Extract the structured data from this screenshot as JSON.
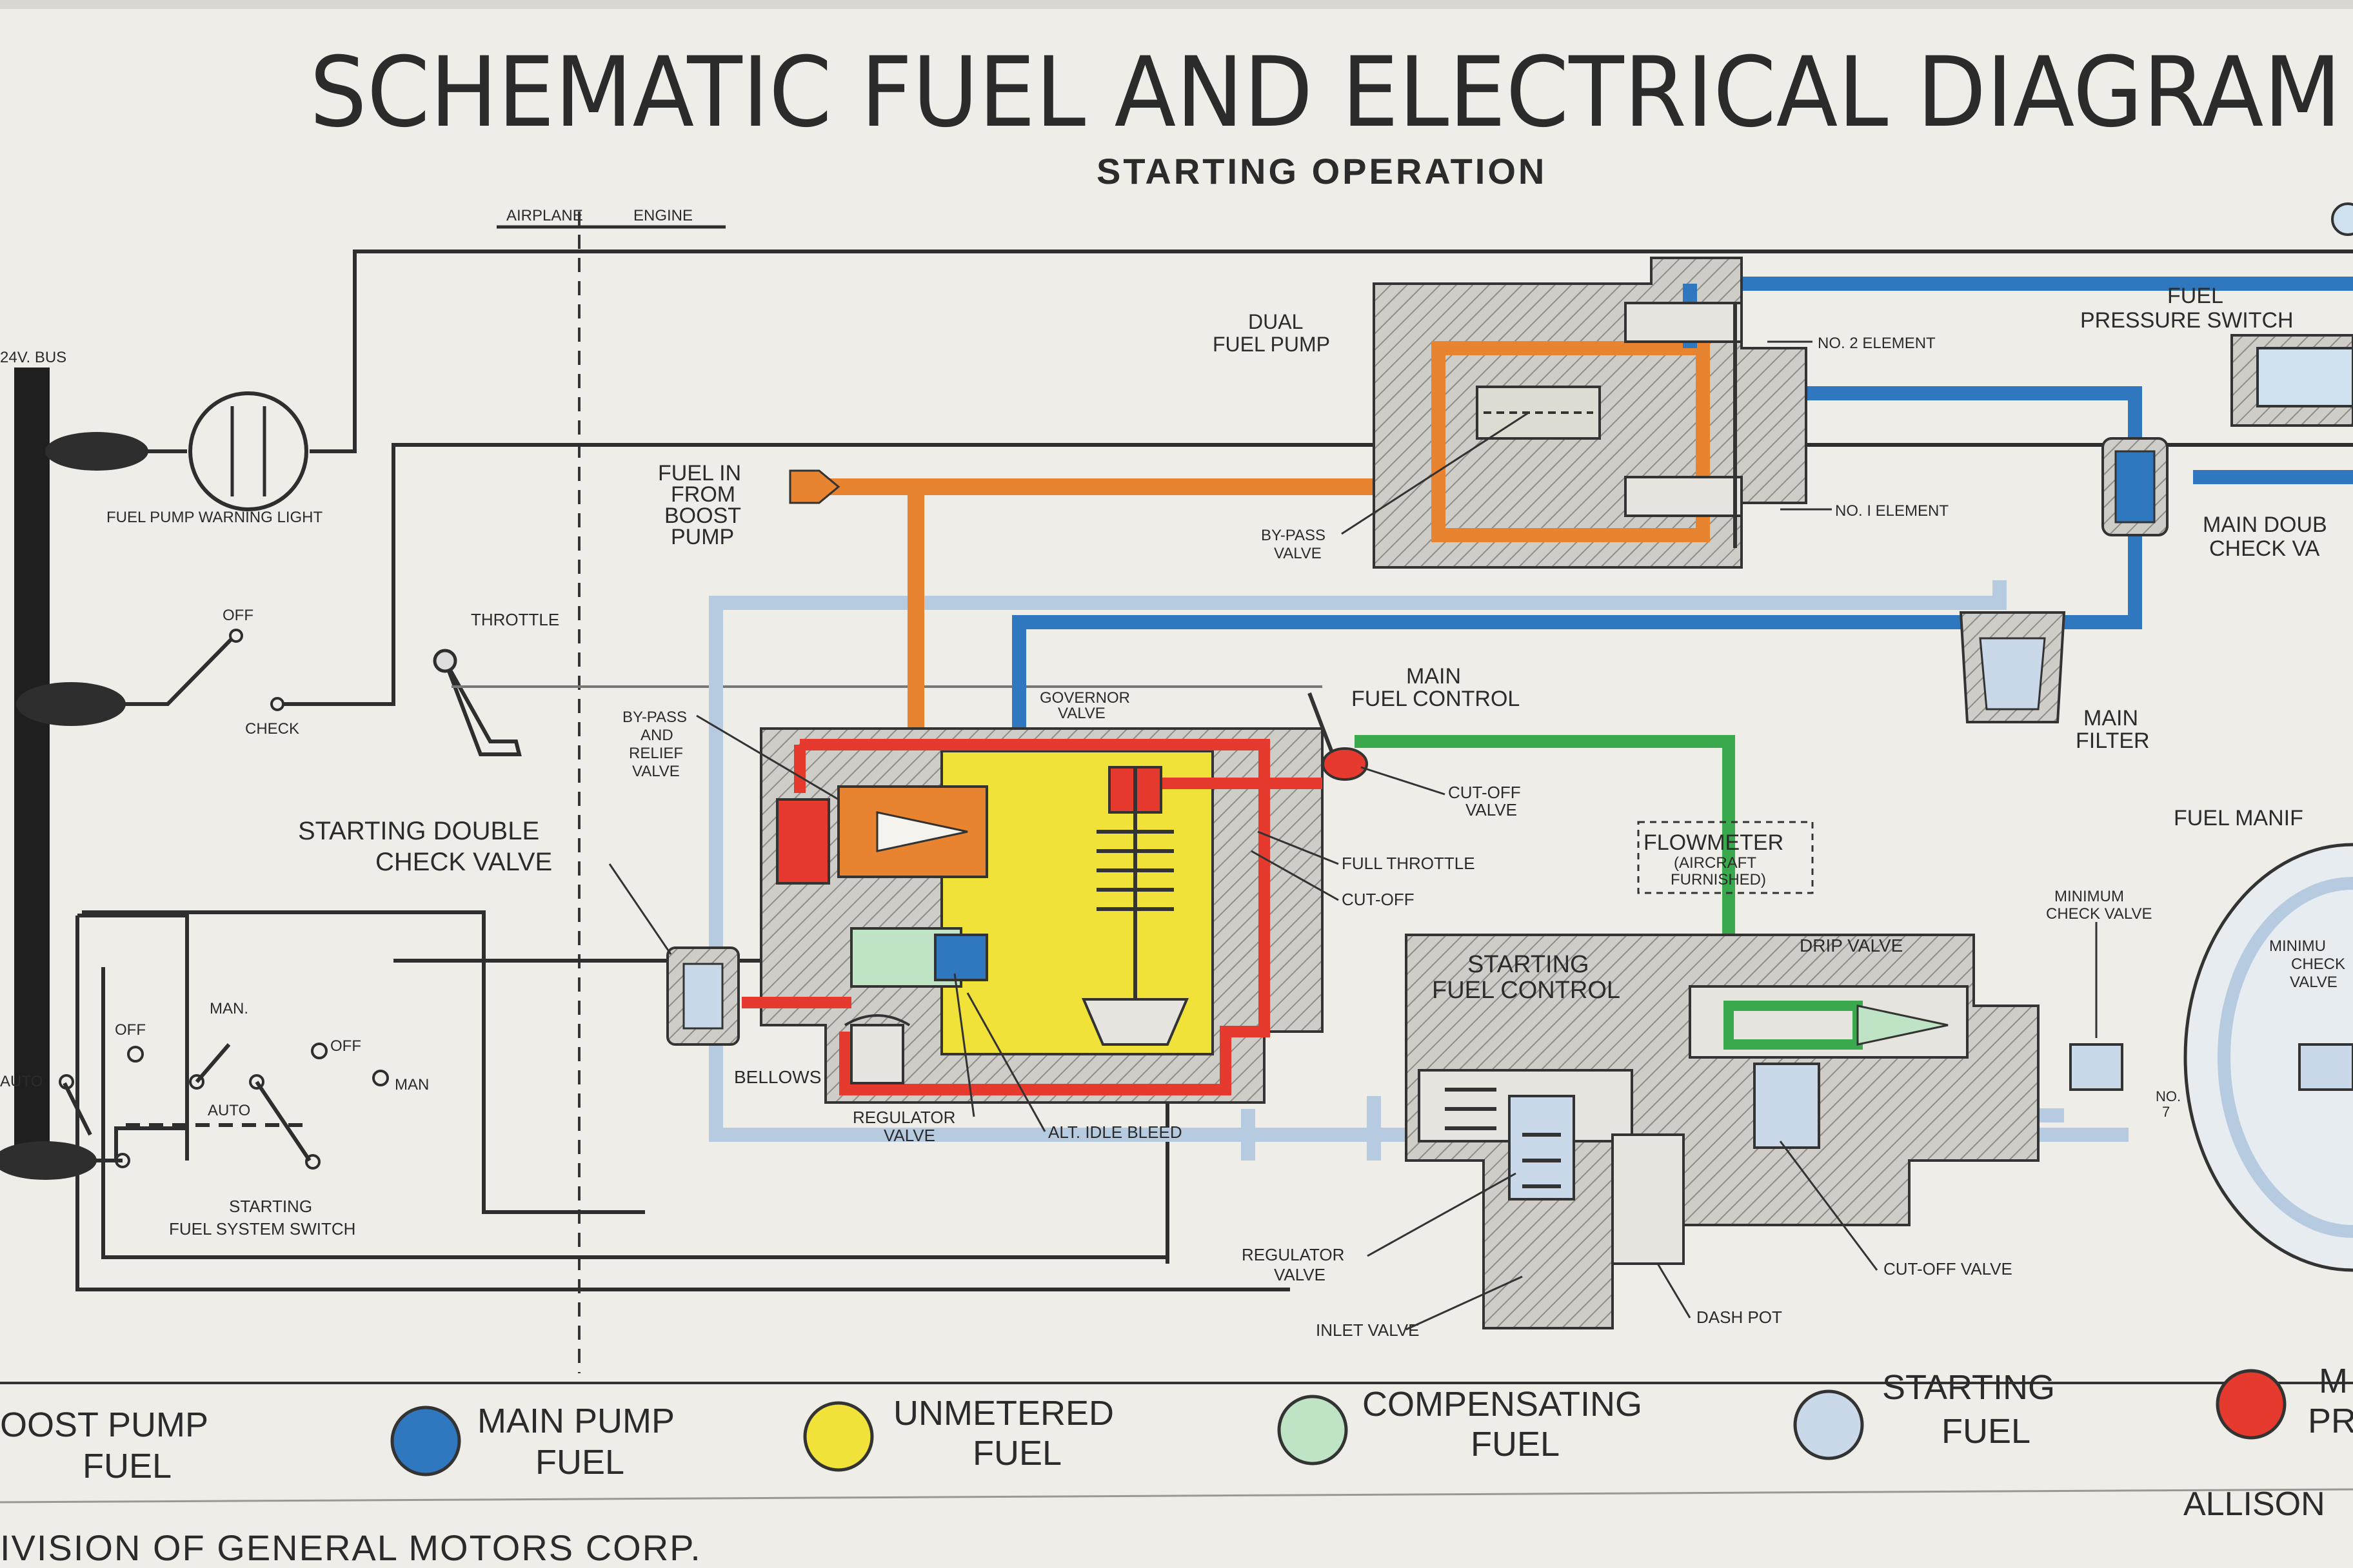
{
  "title": "SCHEMATIC FUEL AND ELECTRICAL DIAGRAM",
  "subtitle": "STARTING OPERATION",
  "division_header": {
    "left": "AIRPLANE",
    "right": "ENGINE"
  },
  "labels": {
    "bus": "24V. BUS",
    "fuel_pump_warning_light": "FUEL PUMP WARNING LIGHT",
    "off": "OFF",
    "check": "CHECK",
    "throttle": "THROTTLE",
    "starting_double_check_valve_1": "STARTING DOUBLE",
    "starting_double_check_valve_2": "CHECK VALVE",
    "man": "MAN.",
    "off2": "OFF",
    "off3": "OFF",
    "man2": "MAN",
    "auto": "AUTO",
    "auto2": "AUTO",
    "starting_switch_1": "STARTING",
    "starting_switch_2": "FUEL SYSTEM SWITCH",
    "fuel_in_1": "FUEL IN",
    "fuel_in_2": "FROM",
    "fuel_in_3": "BOOST",
    "fuel_in_4": "PUMP",
    "dual_fuel_pump_1": "DUAL",
    "dual_fuel_pump_2": "FUEL PUMP",
    "no2_element": "NO. 2 ELEMENT",
    "no1_element": "NO. I ELEMENT",
    "bypass_valve_1": "BY-PASS",
    "bypass_valve_2": "VALVE",
    "fuel_pressure_switch_1": "FUEL",
    "fuel_pressure_switch_2": "PRESSURE SWITCH",
    "main_double_1": "MAIN DOUB",
    "main_double_2": "CHECK VA",
    "main_filter_1": "MAIN",
    "main_filter_2": "FILTER",
    "main_fuel_control_1": "MAIN",
    "main_fuel_control_2": "FUEL CONTROL",
    "governor_valve_1": "GOVERNOR",
    "governor_valve_2": "VALVE",
    "bypass_relief_1": "BY-PASS",
    "bypass_relief_2": "AND",
    "bypass_relief_3": "RELIEF",
    "bypass_relief_4": "VALVE",
    "cutoff_valve_1": "CUT-OFF",
    "cutoff_valve_2": "VALVE",
    "full_throttle": "FULL THROTTLE",
    "cut_off": "CUT-OFF",
    "bellows": "BELLOWS",
    "regulator_valve_1": "REGULATOR",
    "regulator_valve_2": "VALVE",
    "alt_idle_bleed": "ALT. IDLE BLEED",
    "flowmeter_1": "FLOWMETER",
    "flowmeter_2": "(AIRCRAFT",
    "flowmeter_3": "FURNISHED)",
    "starting_fuel_control_1": "STARTING",
    "starting_fuel_control_2": "FUEL CONTROL",
    "drip_valve": "DRIP VALVE",
    "fuel_manifold": "FUEL MANIF",
    "minimum_check_valve_1": "MINIMUM",
    "minimum_check_valve_2": "CHECK VALVE",
    "minimum_check_valve_r1": "MINIMU",
    "minimum_check_valve_r2": "CHECK",
    "minimum_check_valve_r3": "VALVE",
    "no7_1": "NO.",
    "no7_2": "7",
    "regulator_valve_b1": "REGULATOR",
    "regulator_valve_b2": "VALVE",
    "inlet_valve": "INLET VALVE",
    "dash_pot": "DASH POT",
    "cutoff_valve_b": "CUT-OFF VALVE"
  },
  "legend": [
    {
      "line1": "OOST PUMP",
      "line2": "FUEL",
      "color": "#e8832f"
    },
    {
      "line1": "MAIN PUMP",
      "line2": "FUEL",
      "color": "#2f78c0"
    },
    {
      "line1": "UNMETERED",
      "line2": "FUEL",
      "color": "#f1e23a"
    },
    {
      "line1": "COMPENSATING",
      "line2": "FUEL",
      "color": "#bfe3c5"
    },
    {
      "line1": "STARTING",
      "line2": "FUEL",
      "color": "#c9d9ea"
    },
    {
      "line1": "M",
      "line2": "PR",
      "color": "#e63a2e"
    }
  ],
  "footer": {
    "left": "IVISION OF GENERAL MOTORS CORP.",
    "right": "ALLISON"
  },
  "colors": {
    "boost_pump": "#e8832f",
    "main_pump": "#2f78c0",
    "unmetered": "#f1e23a",
    "compensating": "#3aa84c",
    "starting": "#b6cbe0",
    "metered_pressure": "#e63a2e"
  }
}
